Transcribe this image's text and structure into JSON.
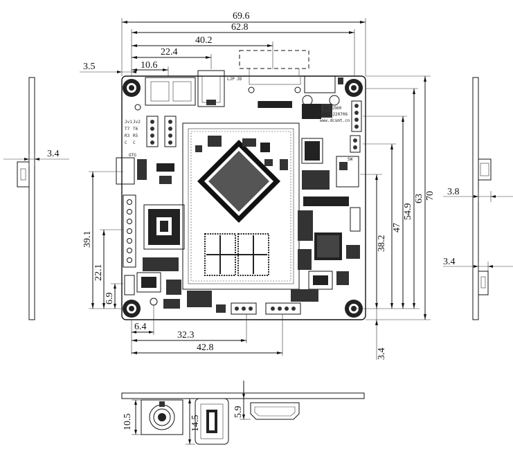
{
  "dimensions": {
    "width_total": "69.6",
    "width_holes": "62.8",
    "dist_40_2": "40.2",
    "dist_22_4": "22.4",
    "dist_10_6": "10.6",
    "dist_3_5": "3.5",
    "left_3_4": "3.4",
    "h_39_1": "39.1",
    "h_22_1": "22.1",
    "h_6_9": "6.9",
    "right_70": "70",
    "right_63": "63",
    "right_54_9": "54.9",
    "right_47": "47",
    "right_38_2": "38.2",
    "right_3_4_bottom": "3.4",
    "side_3_8": "3.8",
    "side_3_4": "3.4",
    "bottom_6_4": "6.4",
    "bottom_32_3": "32.3",
    "bottom_42_8": "42.8",
    "front_10_5": "10.5",
    "front_14_5": "14.5",
    "front_5_9": "5.9"
  },
  "board_text": {
    "model": "DC-G560",
    "version": "ADJ 220706",
    "website": "www.dcsmt.cn",
    "lbl_ljp": "LJP",
    "lbl_jd": "JD",
    "lbl_otg": "OTG",
    "lbl_sw": "SW",
    "lbl_vcc": "Jv1",
    "lbl_vcc2": "Jv2",
    "lbl_t7": "T7",
    "lbl_t6": "T6",
    "lbl_r3": "R3",
    "lbl_r5": "R5",
    "lbl_c1": "C",
    "lbl_c2": "C"
  }
}
